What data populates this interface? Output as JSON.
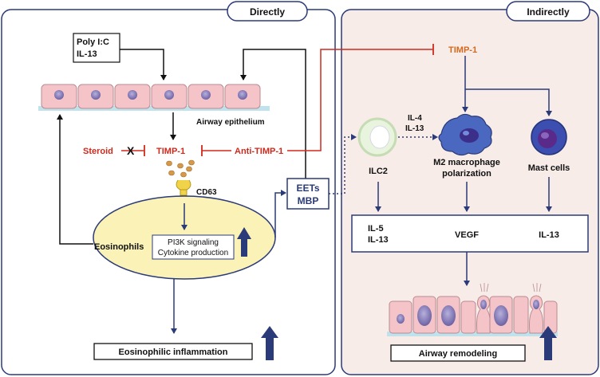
{
  "panels": {
    "left": {
      "title": "Directly"
    },
    "right": {
      "title": "Indirectly"
    }
  },
  "inputs": {
    "line1": "Poly I:C",
    "line2": "IL-13"
  },
  "labels": {
    "airway_epithelium": "Airway epithelium",
    "steroid": "Steroid",
    "timp1_center": "TIMP-1",
    "anti_timp1": "Anti-TIMP-1",
    "cd63": "CD63",
    "eosinophils": "Eosinophils",
    "pi3k": "PI3K signaling",
    "cytokine": "Cytokine production",
    "eets": "EETs",
    "mbp": "MBP",
    "eosinophilic_inflammation": "Eosinophilic inflammation",
    "timp1_right": "TIMP-1",
    "il4": "IL-4",
    "il13_mid": "IL-13",
    "m2_line1": "M2 macrophage",
    "m2_line2": "polarization",
    "ilc2": "ILC2",
    "mast_cells": "Mast cells",
    "il5": "IL-5",
    "il13_box_left": "IL-13",
    "vegf": "VEGF",
    "il13_box_right": "IL-13",
    "airway_remodeling": "Airway remodeling",
    "x_mark": "X"
  },
  "colors": {
    "navy": "#2b3a78",
    "red": "#d0291c",
    "right_panel_bg": "#f7ece8",
    "timp_orange": "#d2691e",
    "cell_pink": "#f4c4c8",
    "nucleus": "#8a7fb8"
  }
}
